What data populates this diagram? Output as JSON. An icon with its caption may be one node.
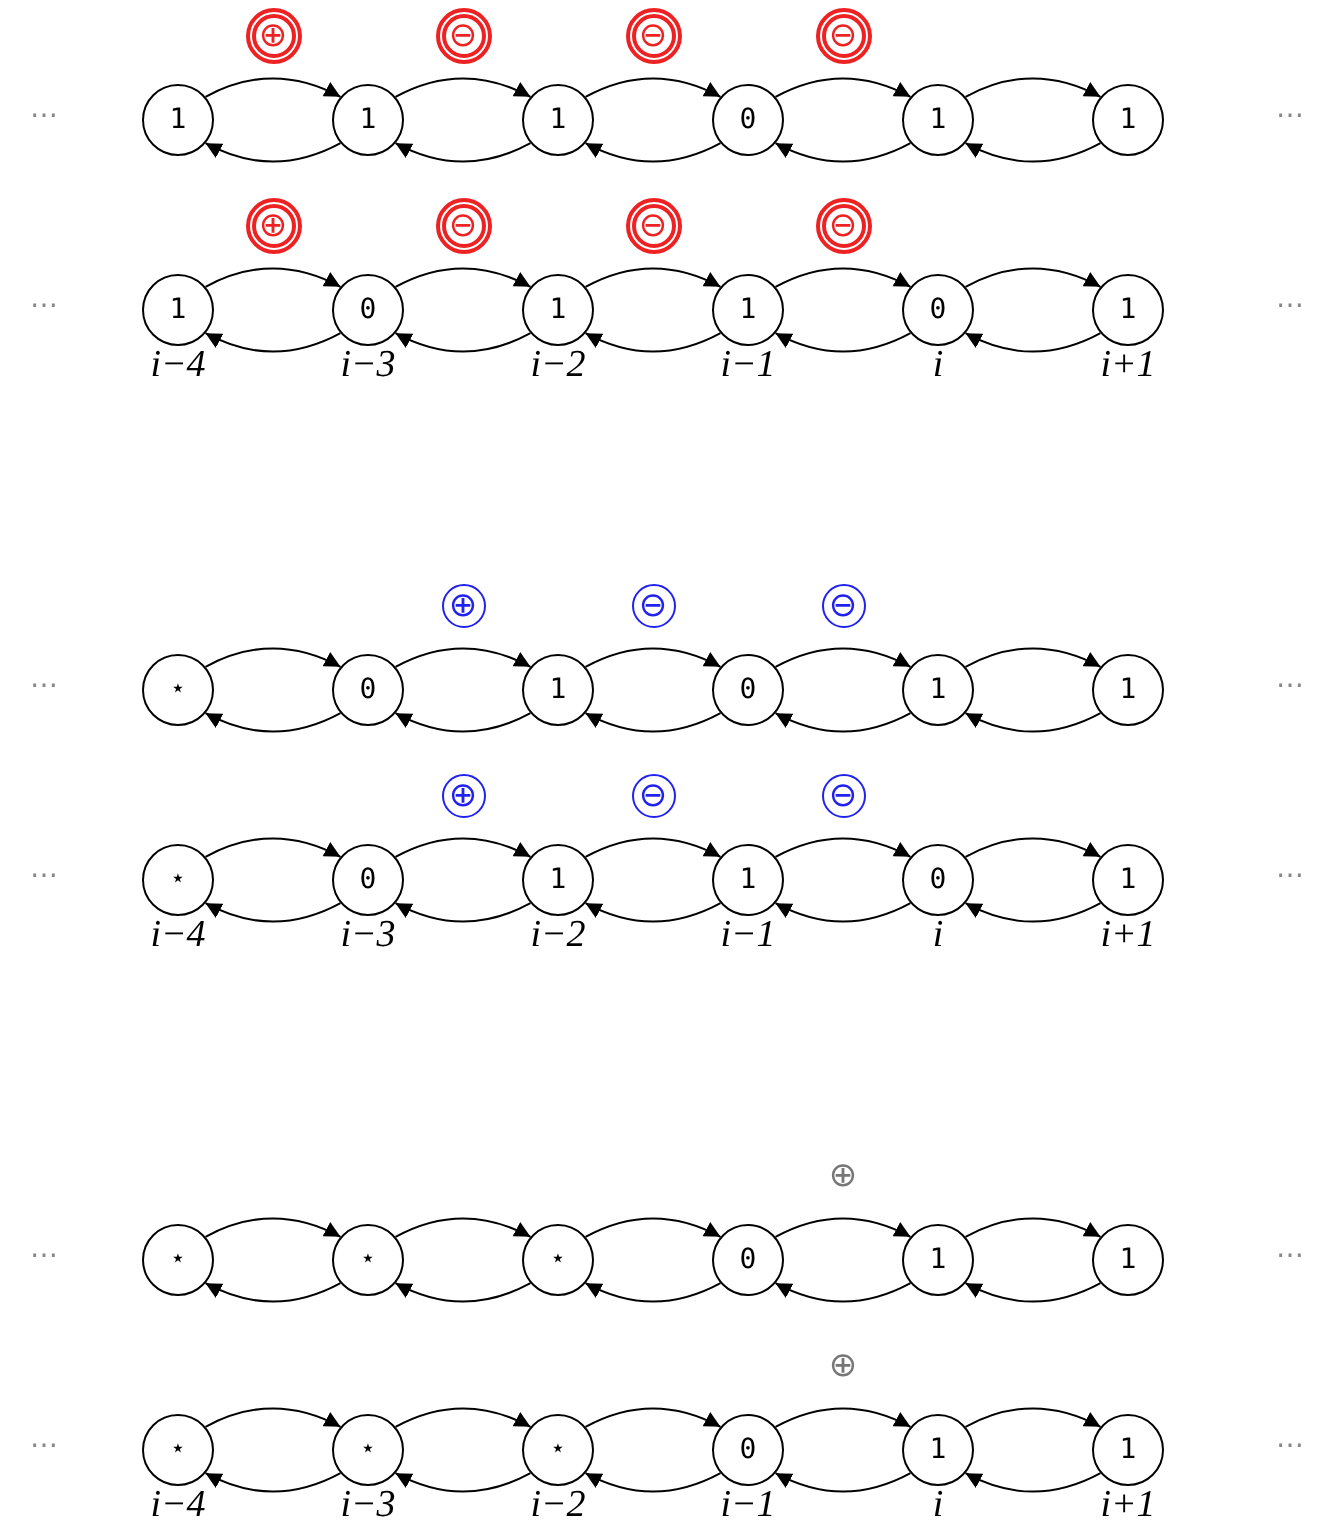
{
  "diagram": {
    "nodes": [
      {
        "text": [
          "1"
        ]
      },
      {
        "text": [
          "1"
        ]
      },
      {
        "text": [
          "1"
        ]
      },
      {
        "text": [
          "0"
        ]
      },
      {
        "text": [
          "1"
        ]
      },
      {
        "text": [
          "1"
        ]
      },
      {
        "text": [
          "1"
        ]
      },
      {
        "text": [
          "0"
        ]
      },
      {
        "text": [
          "1"
        ]
      },
      {
        "text": [
          "1"
        ]
      },
      {
        "text": [
          "0"
        ]
      },
      {
        "text": [
          "1"
        ]
      },
      {
        "text": [
          "⋆"
        ]
      },
      {
        "text": [
          "0"
        ]
      },
      {
        "text": [
          "1"
        ]
      },
      {
        "text": [
          "0"
        ]
      },
      {
        "text": [
          "1"
        ]
      },
      {
        "text": [
          "1"
        ]
      },
      {
        "text": [
          "⋆"
        ]
      },
      {
        "text": [
          "0"
        ]
      },
      {
        "text": [
          "1"
        ]
      },
      {
        "text": [
          "1"
        ]
      },
      {
        "text": [
          "0"
        ]
      },
      {
        "text": [
          "1"
        ]
      },
      {
        "text": [
          "⋆"
        ]
      },
      {
        "text": [
          "⋆"
        ]
      },
      {
        "text": [
          "⋆"
        ]
      },
      {
        "text": [
          "0"
        ]
      },
      {
        "text": [
          "1"
        ]
      },
      {
        "text": [
          "1"
        ]
      },
      {
        "text": [
          "⋆"
        ]
      },
      {
        "text": [
          "⋆"
        ]
      },
      {
        "text": [
          "⋆"
        ]
      },
      {
        "text": [
          "0"
        ]
      },
      {
        "text": [
          "1"
        ]
      },
      {
        "text": [
          "1"
        ]
      }
    ],
    "edges": [
      {
        "from": 0,
        "to": 1,
        "arrow": "to",
        "label": "⊕"
      },
      {
        "from": 1,
        "to": 0,
        "arrow": "to"
      },
      {
        "from": 1,
        "to": 2,
        "arrow": "to",
        "label": "⊖"
      },
      {
        "from": 2,
        "to": 1,
        "arrow": "to"
      },
      {
        "from": 2,
        "to": 3,
        "arrow": "to",
        "label": "⊖"
      },
      {
        "from": 3,
        "to": 2,
        "arrow": "to"
      },
      {
        "from": 3,
        "to": 4,
        "arrow": "to",
        "label": "⊖"
      },
      {
        "from": 4,
        "to": 3,
        "arrow": "to"
      },
      {
        "from": 4,
        "to": 5,
        "arrow": "to"
      },
      {
        "from": 5,
        "to": 4,
        "arrow": "to"
      },
      {
        "from": 6,
        "to": 7,
        "arrow": "to",
        "label": "⊕"
      },
      {
        "from": 7,
        "to": 6,
        "arrow": "to"
      },
      {
        "from": 7,
        "to": 8,
        "arrow": "to",
        "label": "⊖"
      },
      {
        "from": 8,
        "to": 7,
        "arrow": "to"
      },
      {
        "from": 8,
        "to": 9,
        "arrow": "to",
        "label": "⊖"
      },
      {
        "from": 9,
        "to": 8,
        "arrow": "to"
      },
      {
        "from": 9,
        "to": 10,
        "arrow": "to",
        "label": "⊖"
      },
      {
        "from": 10,
        "to": 9,
        "arrow": "to"
      },
      {
        "from": 10,
        "to": 11,
        "arrow": "to"
      },
      {
        "from": 11,
        "to": 10,
        "arrow": "to"
      },
      {
        "from": 12,
        "to": 13,
        "arrow": "to"
      },
      {
        "from": 13,
        "to": 12,
        "arrow": "to"
      },
      {
        "from": 13,
        "to": 14,
        "arrow": "to",
        "label": "⊕"
      },
      {
        "from": 14,
        "to": 13,
        "arrow": "to"
      },
      {
        "from": 14,
        "to": 15,
        "arrow": "to",
        "label": "⊖"
      },
      {
        "from": 15,
        "to": 14,
        "arrow": "to"
      },
      {
        "from": 15,
        "to": 16,
        "arrow": "to",
        "label": "⊖"
      },
      {
        "from": 16,
        "to": 15,
        "arrow": "to"
      },
      {
        "from": 16,
        "to": 17,
        "arrow": "to"
      },
      {
        "from": 17,
        "to": 16,
        "arrow": "to"
      },
      {
        "from": 18,
        "to": 19,
        "arrow": "to"
      },
      {
        "from": 19,
        "to": 18,
        "arrow": "to"
      },
      {
        "from": 19,
        "to": 20,
        "arrow": "to",
        "label": "⊕"
      },
      {
        "from": 20,
        "to": 19,
        "arrow": "to"
      },
      {
        "from": 20,
        "to": 21,
        "arrow": "to",
        "label": "⊖"
      },
      {
        "from": 21,
        "to": 20,
        "arrow": "to"
      },
      {
        "from": 21,
        "to": 22,
        "arrow": "to",
        "label": "⊖"
      },
      {
        "from": 22,
        "to": 21,
        "arrow": "to"
      },
      {
        "from": 22,
        "to": 23,
        "arrow": "to"
      },
      {
        "from": 23,
        "to": 22,
        "arrow": "to"
      },
      {
        "from": 24,
        "to": 25,
        "arrow": "to"
      },
      {
        "from": 25,
        "to": 24,
        "arrow": "to"
      },
      {
        "from": 25,
        "to": 26,
        "arrow": "to"
      },
      {
        "from": 26,
        "to": 25,
        "arrow": "to"
      },
      {
        "from": 26,
        "to": 27,
        "arrow": "to"
      },
      {
        "from": 27,
        "to": 26,
        "arrow": "to"
      },
      {
        "from": 27,
        "to": 28,
        "arrow": "to",
        "label": "⊕"
      },
      {
        "from": 28,
        "to": 27,
        "arrow": "to"
      },
      {
        "from": 28,
        "to": 29,
        "arrow": "to"
      },
      {
        "from": 29,
        "to": 28,
        "arrow": "to"
      },
      {
        "from": 30,
        "to": 31,
        "arrow": "to"
      },
      {
        "from": 31,
        "to": 30,
        "arrow": "to"
      },
      {
        "from": 31,
        "to": 32,
        "arrow": "to"
      },
      {
        "from": 32,
        "to": 31,
        "arrow": "to"
      },
      {
        "from": 32,
        "to": 33,
        "arrow": "to"
      },
      {
        "from": 33,
        "to": 32,
        "arrow": "to"
      },
      {
        "from": 33,
        "to": 34,
        "arrow": "to",
        "label": "⊕"
      },
      {
        "from": 34,
        "to": 33,
        "arrow": "to"
      },
      {
        "from": 34,
        "to": 35,
        "arrow": "to"
      },
      {
        "from": 35,
        "to": 34,
        "arrow": "to"
      }
    ],
    "labels": [
      "⋯",
      "⋯",
      "⋯",
      "⋯",
      "i−4",
      "i−3",
      "i−2",
      "i−1",
      "i",
      "i+1",
      "⋯",
      "⋯",
      "⋯",
      "⋯",
      "i−4",
      "i−3",
      "i−2",
      "i−1",
      "i",
      "i+1",
      "⋯",
      "⋯",
      "⋯",
      "⋯",
      "i−4",
      "i−3",
      "i−2",
      "i−1",
      "i",
      "i+1"
    ]
  }
}
